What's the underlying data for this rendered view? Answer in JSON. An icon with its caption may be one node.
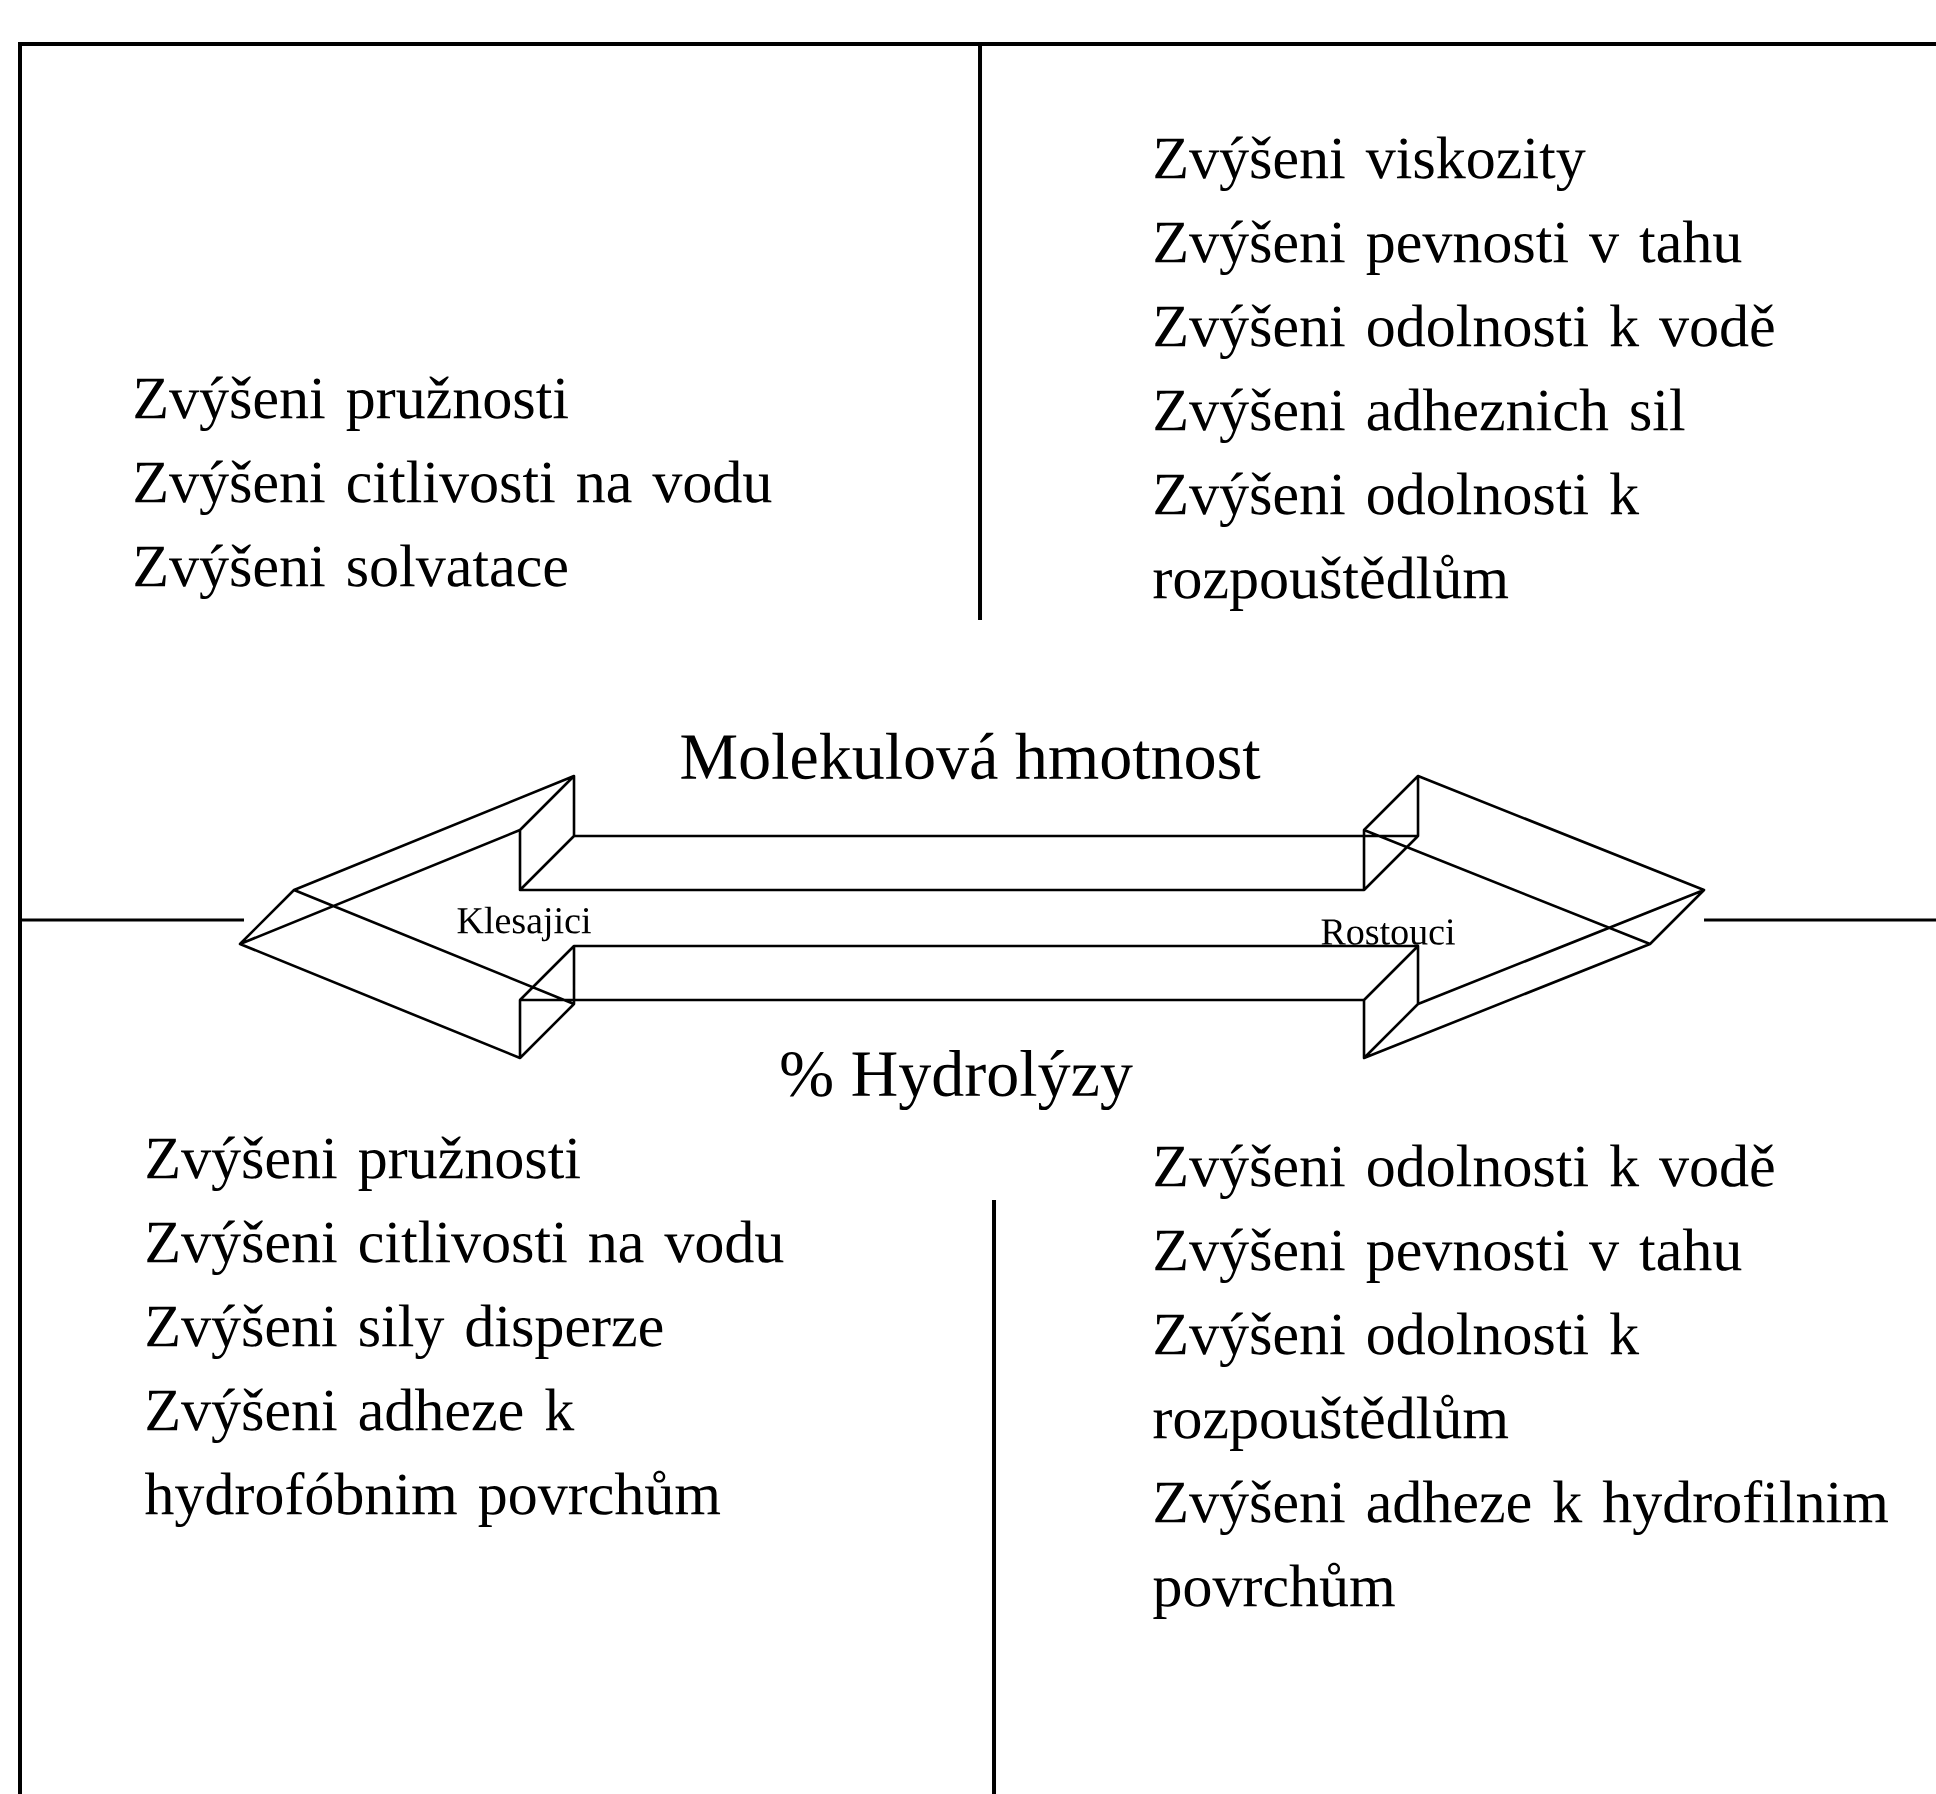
{
  "diagram": {
    "labels": [
      "Zvýšeni pružnosti",
      "Zvýšeni citlivosti na vodu",
      "Zvýšeni solvatace",
      "Zvýšeni viskozity",
      "Zvýšeni pevnosti v tahu",
      "Zvýšeni odolnosti k vodě",
      "Zvýšeni adheznich sil",
      "Zvýšeni odolnosti k rozpouštědlům",
      "Molekulová hmotnost",
      "Klesajici",
      "Rostouci",
      "% Hydrolýzy",
      "Zvýšeni pružnosti",
      "Zvýšeni citlivosti na vodu",
      "Zvýšeni sily disperze",
      "Zvýšeni adheze k hydrofóbnim povrchům",
      "Zvýšeni odolnosti k vodě",
      "Zvýšeni pevnosti v tahu",
      "Zvýšeni odolnosti k rozpouštědlům",
      "Zvýšeni adheze k hydrofilnim povrchům"
    ]
  }
}
